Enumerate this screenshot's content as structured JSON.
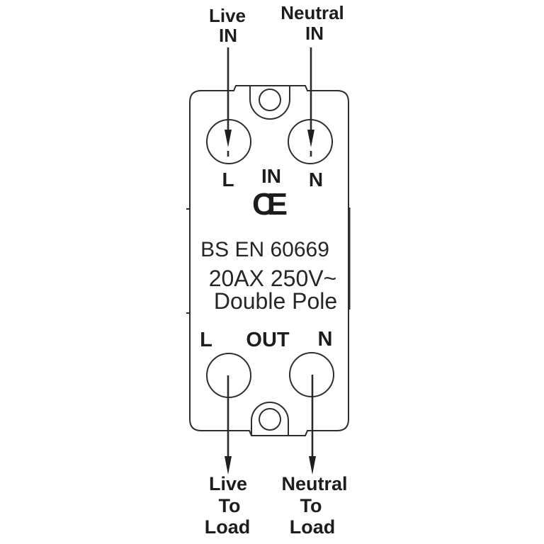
{
  "wires": {
    "live_in": {
      "line1": "Live",
      "line2": "IN"
    },
    "neutral_in": {
      "line1": "Neutral",
      "line2": "IN"
    },
    "live_out": {
      "line1": "Live",
      "line2": "To",
      "line3": "Load"
    },
    "neutral_out": {
      "line1": "Neutral",
      "line2": "To",
      "line3": "Load"
    }
  },
  "switch_body": {
    "in_terminals": {
      "left": "L",
      "center": "IN",
      "right": "N"
    },
    "ce_mark": "CE",
    "markings": {
      "standard": "BS EN 60669",
      "rating": "20AX 250V~",
      "pole_type": "Double Pole"
    },
    "out_terminals": {
      "left": "L",
      "center": "OUT",
      "right": "N"
    }
  },
  "colors": {
    "line": "#2e2e2e",
    "text": "#1d1d1d",
    "background": "#ffffff"
  }
}
